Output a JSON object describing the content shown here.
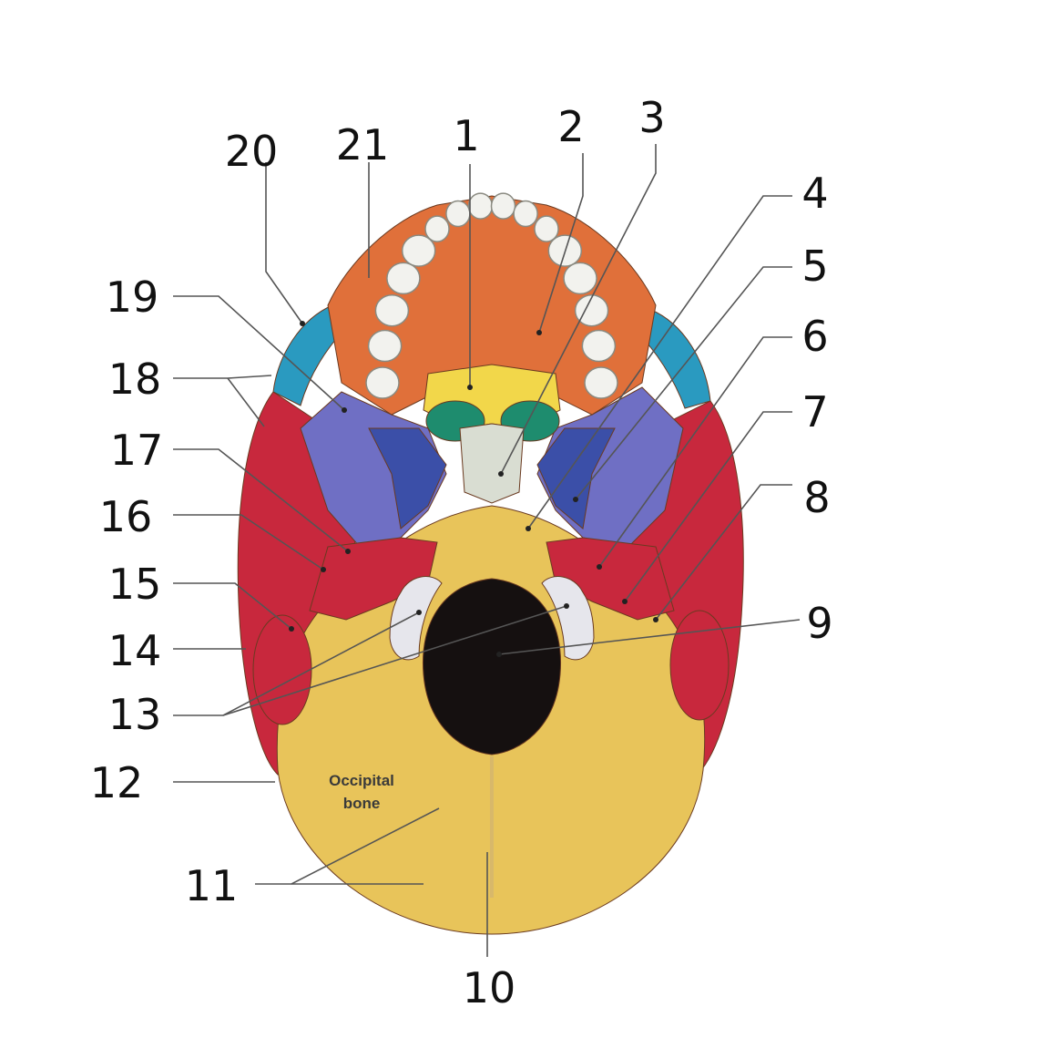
{
  "figure": {
    "region_label_line1": "Occipital",
    "region_label_line2": "bone"
  },
  "labels": [
    {
      "id": "1",
      "text": "1"
    },
    {
      "id": "2",
      "text": "2"
    },
    {
      "id": "3",
      "text": "3"
    },
    {
      "id": "4",
      "text": "4"
    },
    {
      "id": "5",
      "text": "5"
    },
    {
      "id": "6",
      "text": "6"
    },
    {
      "id": "7",
      "text": "7"
    },
    {
      "id": "8",
      "text": "8"
    },
    {
      "id": "9",
      "text": "9"
    },
    {
      "id": "10",
      "text": "10"
    },
    {
      "id": "11",
      "text": "11"
    },
    {
      "id": "12",
      "text": "12"
    },
    {
      "id": "13",
      "text": "13"
    },
    {
      "id": "14",
      "text": "14"
    },
    {
      "id": "15",
      "text": "15"
    },
    {
      "id": "16",
      "text": "16"
    },
    {
      "id": "17",
      "text": "17"
    },
    {
      "id": "18",
      "text": "18"
    },
    {
      "id": "19",
      "text": "19"
    },
    {
      "id": "20",
      "text": "20"
    },
    {
      "id": "21",
      "text": "21"
    }
  ],
  "colors": {
    "occipital": "#e8c45a",
    "maxilla": "#e0703a",
    "teeth": "#f2f2ee",
    "palatine": "#f2d74a",
    "vomer": "#d9ddd2",
    "nasal_openings": "#1e8c6e",
    "sphenoid": "#6f6fc4",
    "sphenoid_dark": "#3b4fa8",
    "temporal": "#c8283d",
    "zygomatic": "#2a9ac0",
    "foramen_magnum": "#151010",
    "condyle": "#e6e6ec"
  }
}
